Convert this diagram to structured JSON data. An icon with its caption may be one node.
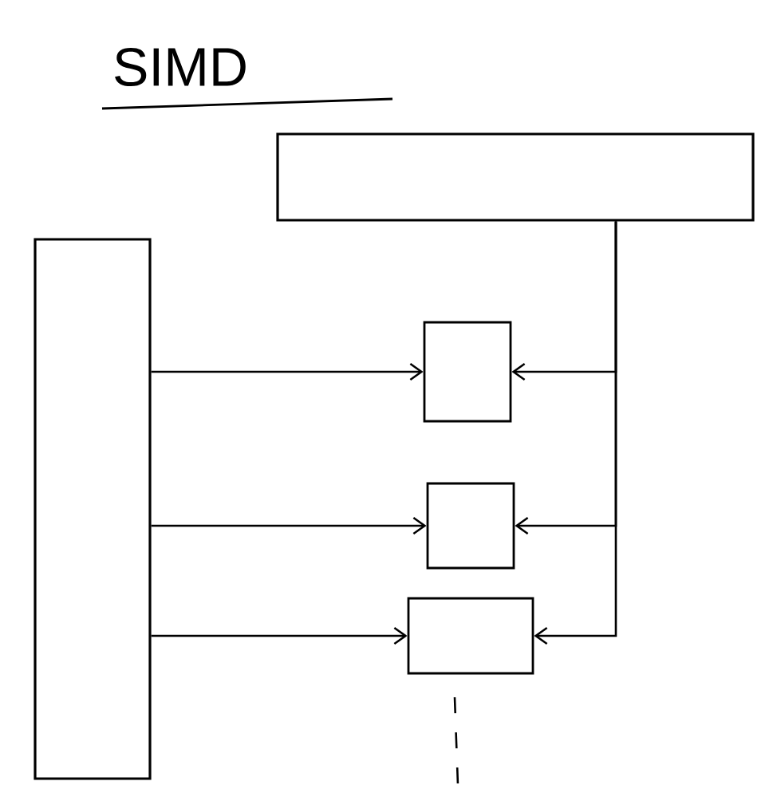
{
  "diagram": {
    "title": "SIMD",
    "nodes": [
      {
        "text": [],
        "shape": "bar"
      },
      {
        "text": [],
        "shape": "bar"
      },
      {
        "text": [],
        "shape": "box"
      },
      {
        "text": [],
        "shape": "box"
      },
      {
        "text": [],
        "shape": "box"
      }
    ],
    "edges": [
      {
        "from": 1,
        "to": 2,
        "arrow": "to"
      },
      {
        "from": 1,
        "to": 3,
        "arrow": "to"
      },
      {
        "from": 1,
        "to": 4,
        "arrow": "to"
      },
      {
        "from": 0,
        "to": 2,
        "arrow": "to"
      },
      {
        "from": 0,
        "to": 3,
        "arrow": "to"
      },
      {
        "from": 0,
        "to": 4,
        "arrow": "to"
      }
    ]
  }
}
